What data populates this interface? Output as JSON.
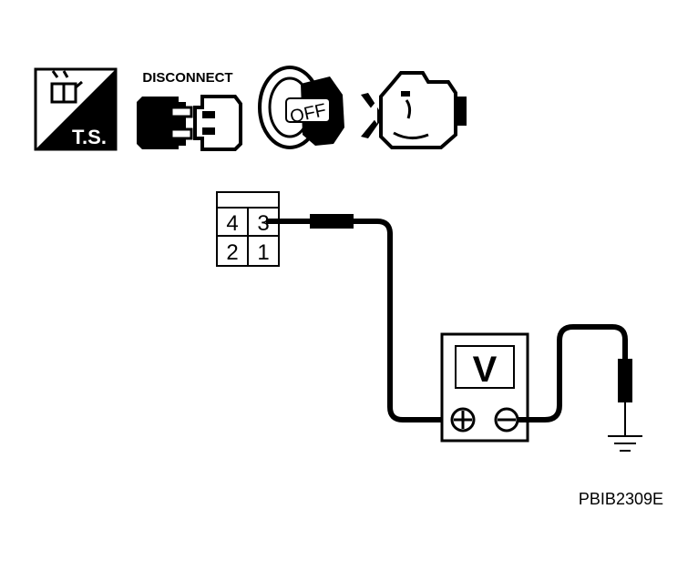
{
  "icons": {
    "ts_label": "T.S.",
    "disconnect_label": "DISCONNECT",
    "ignition_label": "OFF"
  },
  "connector": {
    "terminals": [
      "4",
      "3",
      "2",
      "1"
    ]
  },
  "meter": {
    "label": "V"
  },
  "figure_code": "PBIB2309E",
  "colors": {
    "ink": "#000000",
    "paper": "#ffffff"
  }
}
